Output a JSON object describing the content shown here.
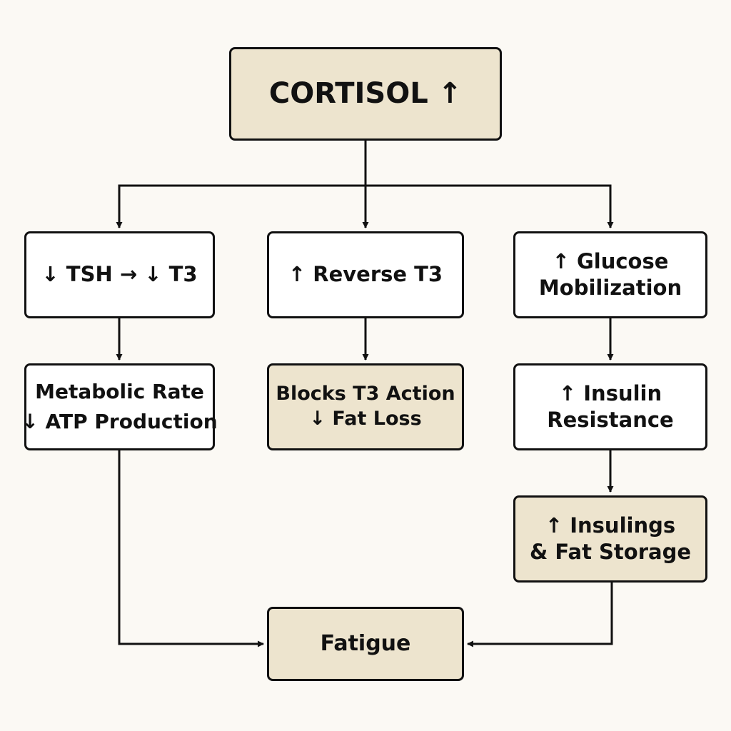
{
  "colors": {
    "background": "#FBF9F4",
    "highlight_fill": "#EDE4CE",
    "plain_fill": "#FFFFFF",
    "stroke": "#111111"
  },
  "nodes": {
    "cortisol": {
      "label": "CORTISOL ↑",
      "style": "highlight"
    },
    "tsh_t3": {
      "label": "↓ TSH → ↓ T3",
      "style": "plain"
    },
    "reverse_t3": {
      "label": "↑ Reverse T3",
      "style": "plain"
    },
    "glucose": {
      "lines": [
        "↑ Glucose",
        "Mobilization"
      ],
      "style": "plain"
    },
    "metabolic": {
      "lines": [
        "Metabolic Rate",
        "↓ ATP Production"
      ],
      "style": "plain"
    },
    "blocks_t3": {
      "lines": [
        "Blocks T3 Action",
        "↓ Fat Loss"
      ],
      "style": "highlight"
    },
    "insulin_resistance": {
      "lines": [
        "↑ Insulin",
        "Resistance"
      ],
      "style": "plain"
    },
    "insulin_storage": {
      "lines": [
        "↑ Insulings",
        "& Fat Storage"
      ],
      "style": "highlight"
    },
    "fatigue": {
      "label": "Fatigue",
      "style": "highlight"
    }
  },
  "edges": [
    {
      "from": "cortisol",
      "to": "tsh_t3"
    },
    {
      "from": "cortisol",
      "to": "reverse_t3"
    },
    {
      "from": "cortisol",
      "to": "glucose"
    },
    {
      "from": "tsh_t3",
      "to": "metabolic"
    },
    {
      "from": "reverse_t3",
      "to": "blocks_t3"
    },
    {
      "from": "glucose",
      "to": "insulin_resistance"
    },
    {
      "from": "insulin_resistance",
      "to": "insulin_storage"
    },
    {
      "from": "metabolic",
      "to": "fatigue"
    },
    {
      "from": "insulin_storage",
      "to": "fatigue"
    }
  ]
}
